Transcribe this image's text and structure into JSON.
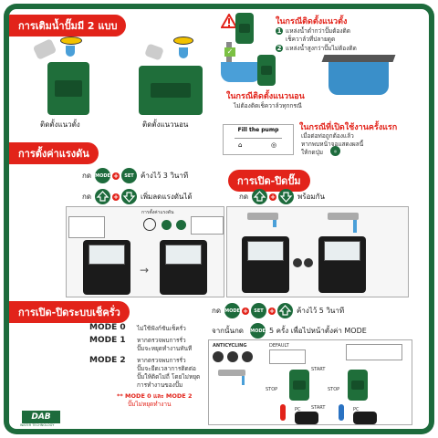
{
  "sections": {
    "fill": {
      "title": "การเติมน้ำปั๊มมี 2 แบบ",
      "caption_vertical": "ติดตั้งแนวตั้ง",
      "caption_horizontal": "ติดตั้งแนวนอน"
    },
    "warning": {
      "title": "ในกรณีติดตั้งแนวตั้ง",
      "item1": "แหล่งน้ำต่ำกว่าปั๊มต้องติด",
      "item1b": "เช็ควาล์วที่ปลายดูด",
      "item2": "แหล่งน้ำสูงกว่าปั๊มไม่ต้องติด",
      "num1": "1",
      "num2": "2"
    },
    "horizontal_note": {
      "title": "ในกรณีติดตั้งแนวนอน",
      "text": "ไม่ต้องติดเช็ควาล์วทุกกรณี"
    },
    "first_use": {
      "title": "ในกรณีที่เปิดใช้งานครั้งแรก",
      "line1": "เมื่อต่อท่อถูกต้องแล้ว",
      "line2": "หากพบหน้าจอแสดงผลนี้",
      "line3": "ให้กดปุ่ม",
      "screen_title": "Fill the pump"
    },
    "pressure": {
      "title": "การตั้งค่าแรงดัน",
      "press": "กด",
      "hold3": "ค้างไว้ 3 วินาที",
      "adjust": "เพิ่มลดแรงดันได้",
      "diagram_label": "การตั้งค่าแรงดัน"
    },
    "onoff": {
      "title": "การเปิด-ปิดปั๊ม",
      "press": "กด",
      "ready": "พร้อมกัน"
    },
    "cycle": {
      "title": "การเปิด-ปิดระบบเช็ครั่ว",
      "mode0_label": "MODE 0",
      "mode0_text": "ไม่ใช้ฟังก์ชันเช็ครั่ว",
      "mode1_label": "MODE 1",
      "mode1_text1": "หากตรวจพบการรั่ว",
      "mode1_text2": "ปั๊มจะหยุดทำงานทันที",
      "mode2_label": "MODE 2",
      "mode2_text1": "หากตรวจพบการรั่ว",
      "mode2_text2": "ปั๊มจะยืดเวลาการติดต่อ",
      "mode2_text3": "ปั๊มให้ติดไม่ถี่ โดยไม่หยุด",
      "mode2_text4": "การทำงานของปั๊ม",
      "note": "** MODE 0 และ MODE 2",
      "note2": "ปั๊มไม่หยุดทำงาน",
      "press": "กด",
      "hold5": "ค้างไว้ 5 วินาที",
      "then": "จากนั้นกด",
      "times": "5 ครั้ง เพื่อไปหน้าตั้งค่า MODE",
      "waterproof": "ANTICYCLING",
      "default": "DEFAULT",
      "start": "START",
      "stop": "STOP",
      "pc": "PC"
    }
  },
  "buttons": {
    "mode": "MODE",
    "set": "SET"
  },
  "brand": {
    "logo": "DAB",
    "tagline": "WATER TECHNOLOGY"
  },
  "colors": {
    "accent": "#e2231a",
    "brand_green": "#1d6b3c",
    "water": "#4a9fd8"
  }
}
